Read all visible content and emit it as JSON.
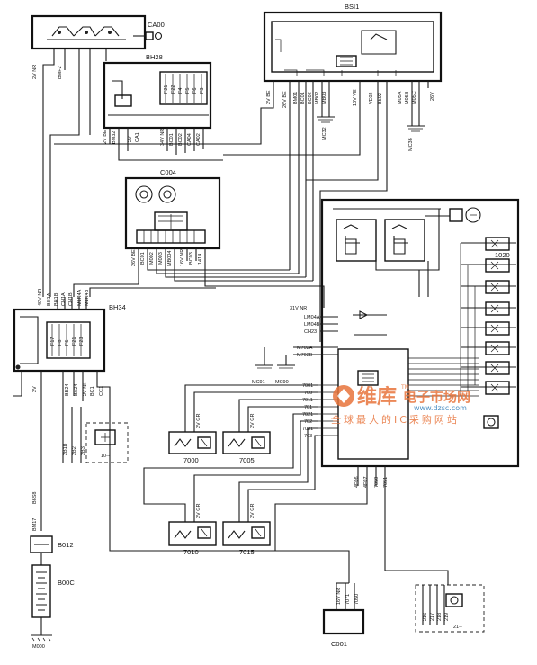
{
  "components": {
    "bsi": "BSI1",
    "bh28": "BH28",
    "bh34": "BH34",
    "c004": "C004",
    "ca00": "CA00",
    "c001": "C001",
    "b00c": "B00C",
    "b012": "B012",
    "m000": "M000",
    "c1020": "1020",
    "m7000": "7000",
    "m7005": "7005",
    "m7010": "7010",
    "m7015": "7015",
    "module_10": "10--",
    "module_21": "21--"
  },
  "grounds": {
    "mc32": "MC32",
    "mc36": "MC36",
    "mc91": "MC91",
    "mc90": "MC90"
  },
  "wire_labels": {
    "w_2v_nr": "2V NR",
    "w_bmf2": "BMF2",
    "w_2v_be": "2V BE",
    "w_bm32": "BM32",
    "w_2v": "2V",
    "w_ca1": "CA1",
    "w_34v_nr": "34V NR",
    "w_26v_vert": "26V VE",
    "w_16v_ve": "16V VE",
    "w_26v": "26V",
    "w_40v_nr": "40V NR",
    "w_31v_nr": "31V NR",
    "w_16v_nr": "16V NR",
    "w_2v_gr": "2V GR",
    "w_2v_nr_b": "2V NR",
    "w_2v_vi": "2V VI",
    "w_bm17": "BM17",
    "w_b6s8": "B6S8"
  },
  "connector_labels": {
    "bsi_pins_left": [
      "2V BE",
      "26V BE",
      "BM01",
      "BC01",
      "BC02",
      "BC03",
      "BC04"
    ],
    "bsi_pins_mid": [
      "MB02",
      "MB03",
      "MB04",
      "MB05"
    ],
    "bsi_pins_right": [
      "16V VE",
      "VE02",
      "B502"
    ],
    "bsi_pins_far": [
      "M05A",
      "M05B",
      "M05C"
    ],
    "bh28_pins": [
      "F21",
      "F22",
      "F4",
      "F5",
      "F6",
      "F3",
      "F2"
    ],
    "bh28_wires": [
      "BC01",
      "BC02",
      "CA04",
      "CA02",
      "BMF2"
    ],
    "c004_pins": [
      "26V BE",
      "BC01",
      "M002",
      "M003",
      "MB004",
      "16V NR",
      "BC03",
      "1414"
    ],
    "bh34_pins_top": [
      "40V NR",
      "BH1A",
      "BH1B",
      "CH1A",
      "CH1B",
      "M1R4A",
      "M1R4B"
    ],
    "bh34_fuses": [
      "F17",
      "F8",
      "F5",
      "F21",
      "F23"
    ],
    "bh34_wires_bottom": [
      "2V",
      "BB24",
      "BA24",
      "2V NR",
      "BC1",
      "CC1"
    ],
    "ctrl_inputs": [
      "LM04A",
      "LM04B",
      "CH23"
    ],
    "ctrl_grounds": [
      "M702A",
      "M702B"
    ],
    "ctrl_signal": [
      "7001",
      "700",
      "7011",
      "701",
      "7021",
      "702",
      "7031",
      "703"
    ],
    "ctrl_bottom": [
      "4F06",
      "4F07",
      "7050",
      "7051"
    ],
    "c001_pins": [
      "16V NR",
      "7071",
      "7050"
    ],
    "m21_pins": [
      "216",
      "217",
      "218",
      "219"
    ],
    "m10_pins": [
      "2B1B",
      "2B2",
      "2B3"
    ]
  },
  "watermark": {
    "brand_cn": "维库",
    "brand_text": "电子市场网",
    "tm": "TM",
    "url": "www.dzsc.com",
    "slogan": "全球最大的IC采购网站"
  }
}
